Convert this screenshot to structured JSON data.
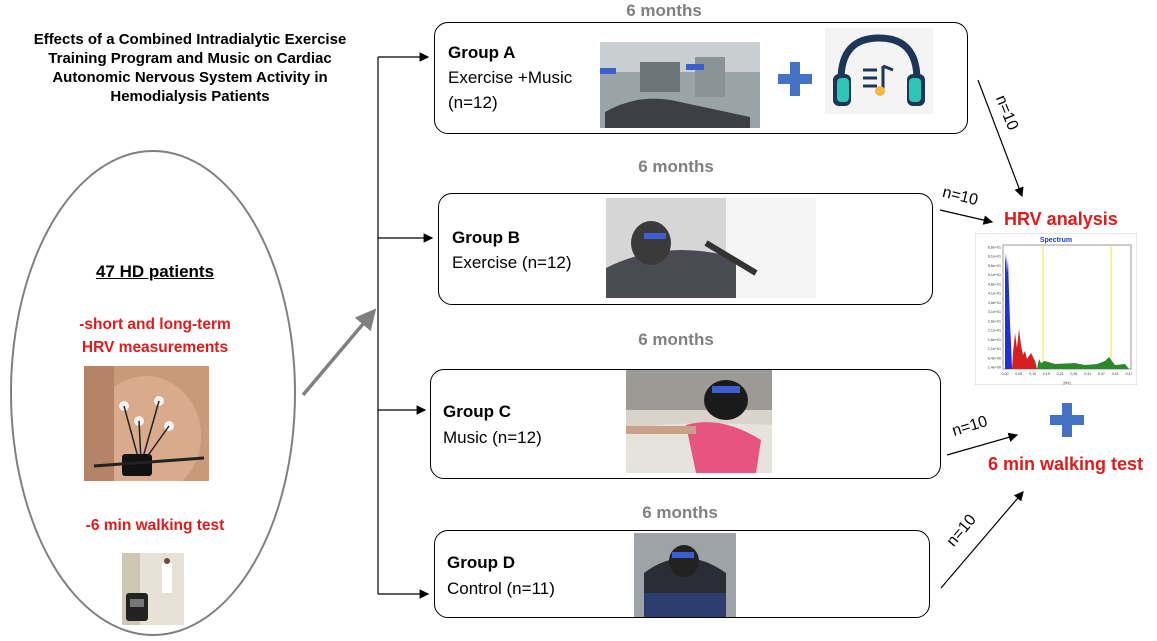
{
  "title": "Effects of a Combined Intradialytic Exercise Training Program and Music on Cardiac Autonomic Nervous System Activity in Hemodialysis Patients",
  "patients": {
    "heading": "47 HD patients",
    "measure_line1": "-short and long-term",
    "measure_line2": "HRV measurements",
    "walking": "-6 min walking test"
  },
  "groups": [
    {
      "name": "Group A",
      "desc_line1": "Exercise +Music",
      "desc_line2": "(n=12)",
      "duration": "6 months"
    },
    {
      "name": "Group B",
      "desc_line1": "Exercise (n=12)",
      "duration": "6 months"
    },
    {
      "name": "Group C",
      "desc_line1": "Music (n=12)",
      "duration": "6 months"
    },
    {
      "name": "Group D",
      "desc_line1": "Control (n=11)",
      "duration": "6 months"
    }
  ],
  "arrow_labels": [
    "n=10",
    "n=10",
    "n=10",
    "n=10"
  ],
  "outcomes": {
    "hrv": "HRV analysis",
    "walking": "6 min walking test"
  },
  "spectrum": {
    "title": "Spectrum",
    "x_unit": "[Hz]",
    "x_ticks": [
      "0,00",
      "0,05",
      "0,10",
      "0,15",
      "0,21",
      "0,26",
      "0,31",
      "0,37",
      "0,42",
      "0,47"
    ],
    "y_ticks": [
      "6,6e+01",
      "6,1e+01",
      "5,6e+01",
      "5,1e+01",
      "4,6e+01",
      "4,1e+01",
      "3,6e+01",
      "3,1e+01",
      "2,6e+01",
      "2,1e+01",
      "1,6e+01",
      "1,1e+01",
      "6,4e+00",
      "1,4e+00"
    ]
  },
  "colors": {
    "accent_red": "#e01b1b",
    "plus_blue": "#4472c4",
    "months_gray": "#808080",
    "oval_gray": "#7f7f7f"
  }
}
